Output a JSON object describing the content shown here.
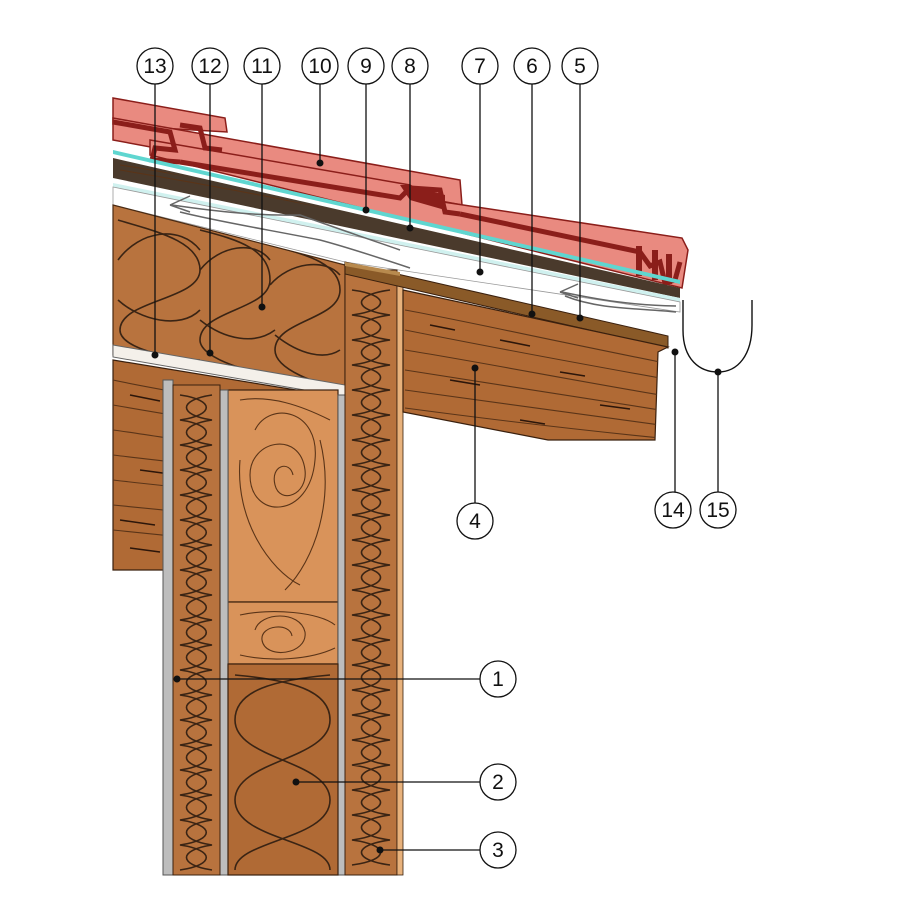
{
  "callouts": [
    {
      "id": "c13",
      "label": "13"
    },
    {
      "id": "c12",
      "label": "12"
    },
    {
      "id": "c11",
      "label": "11"
    },
    {
      "id": "c10",
      "label": "10"
    },
    {
      "id": "c9",
      "label": "9"
    },
    {
      "id": "c8",
      "label": "8"
    },
    {
      "id": "c7",
      "label": "7"
    },
    {
      "id": "c6",
      "label": "6"
    },
    {
      "id": "c5",
      "label": "5"
    },
    {
      "id": "c4",
      "label": "4"
    },
    {
      "id": "c14",
      "label": "14"
    },
    {
      "id": "c15",
      "label": "15"
    },
    {
      "id": "c1",
      "label": "1"
    },
    {
      "id": "c2",
      "label": "2"
    },
    {
      "id": "c3",
      "label": "3"
    }
  ],
  "colors": {
    "roof_tile": "#e98a80",
    "roof_tile_dark": "#8b1e1a",
    "membrane": "#5fd6d0",
    "insulation_roll": "#b8733e",
    "wood_light": "#d9935a",
    "wood_beam": "#b06a35",
    "plasterboard": "#bdbdbd",
    "background": "#ffffff"
  }
}
